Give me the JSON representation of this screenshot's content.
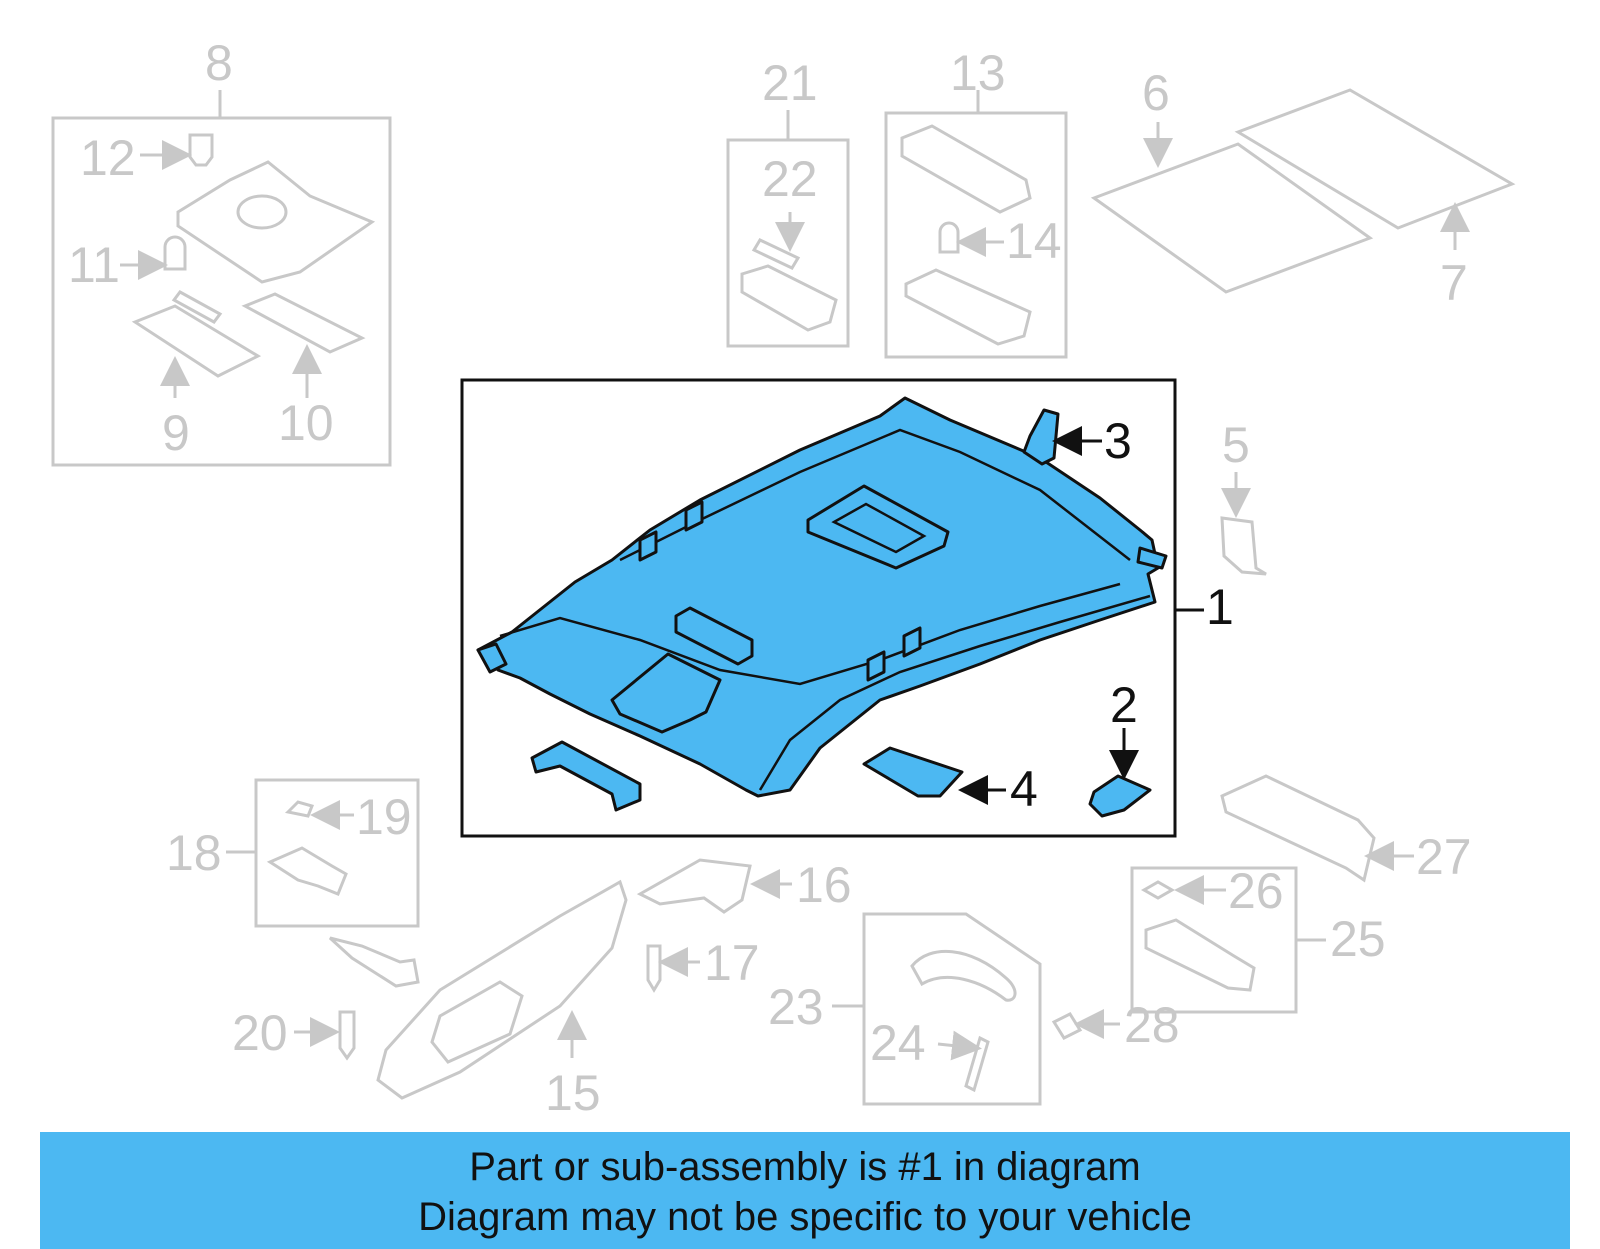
{
  "colors": {
    "highlight": "#4cb8f2",
    "inactive": "#c8c8c8",
    "active": "#111111"
  },
  "callouts": {
    "c1": "1",
    "c2": "2",
    "c3": "3",
    "c4": "4",
    "c5": "5",
    "c6": "6",
    "c7": "7",
    "c8": "8",
    "c9": "9",
    "c10": "10",
    "c11": "11",
    "c12": "12",
    "c13": "13",
    "c14": "14",
    "c15": "15",
    "c16": "16",
    "c17": "17",
    "c18": "18",
    "c19": "19",
    "c20": "20",
    "c21": "21",
    "c22": "22",
    "c23": "23",
    "c24": "24",
    "c25": "25",
    "c26": "26",
    "c27": "27",
    "c28": "28"
  },
  "banner": {
    "line1": "Part or sub-assembly is #1 in diagram",
    "line2": "Diagram may not be specific to your vehicle"
  }
}
